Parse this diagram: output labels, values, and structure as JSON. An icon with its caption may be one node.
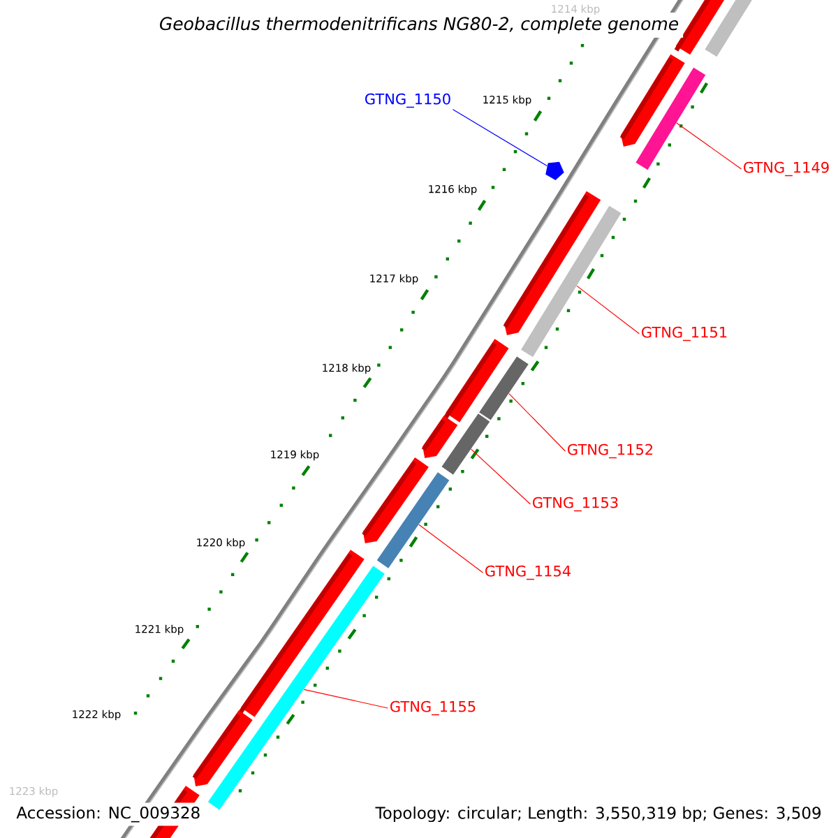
{
  "diagram": {
    "title": "Geobacillus thermodenitrificans NG80-2, complete genome",
    "nodes": [
      {
        "text": [
          "GTNG_1150"
        ]
      },
      {
        "text": [
          "GTNG_1149"
        ]
      },
      {
        "text": [
          "GTNG_1151"
        ]
      },
      {
        "text": [
          "GTNG_1152"
        ]
      },
      {
        "text": [
          "GTNG_1153"
        ]
      },
      {
        "text": [
          "GTNG_1154"
        ]
      },
      {
        "text": [
          "GTNG_1155"
        ]
      },
      {
        "text": [],
        "shape": "bar"
      },
      {
        "text": [],
        "shape": "pentagon"
      },
      {
        "text": [],
        "shape": "bar"
      },
      {
        "text": [],
        "shape": "bar"
      },
      {
        "text": [],
        "shape": "bar"
      },
      {
        "text": [],
        "shape": "bar"
      },
      {
        "text": [],
        "shape": "bar"
      }
    ],
    "edges": [
      {
        "from": 0,
        "to": 8,
        "arrow": "none",
        "color": "#0000ff"
      },
      {
        "from": 1,
        "to": 7,
        "arrow": "none"
      },
      {
        "from": 2,
        "to": 9,
        "arrow": "none"
      },
      {
        "from": 3,
        "to": 10,
        "arrow": "none"
      },
      {
        "from": 4,
        "to": 11,
        "arrow": "none"
      },
      {
        "from": 5,
        "to": 12,
        "arrow": "none"
      },
      {
        "from": 6,
        "to": 13,
        "arrow": "none"
      }
    ],
    "labels": [
      "1214 kbp",
      "1215 kbp",
      "1216 kbp",
      "1217 kbp",
      "1218 kbp",
      "1219 kbp",
      "1220 kbp",
      "1221 kbp",
      "1222 kbp",
      "1223 kbp",
      "Accession: NC_009328",
      "Topology: circular; Length: 3,550,319 bp; Genes: 3,509"
    ]
  }
}
